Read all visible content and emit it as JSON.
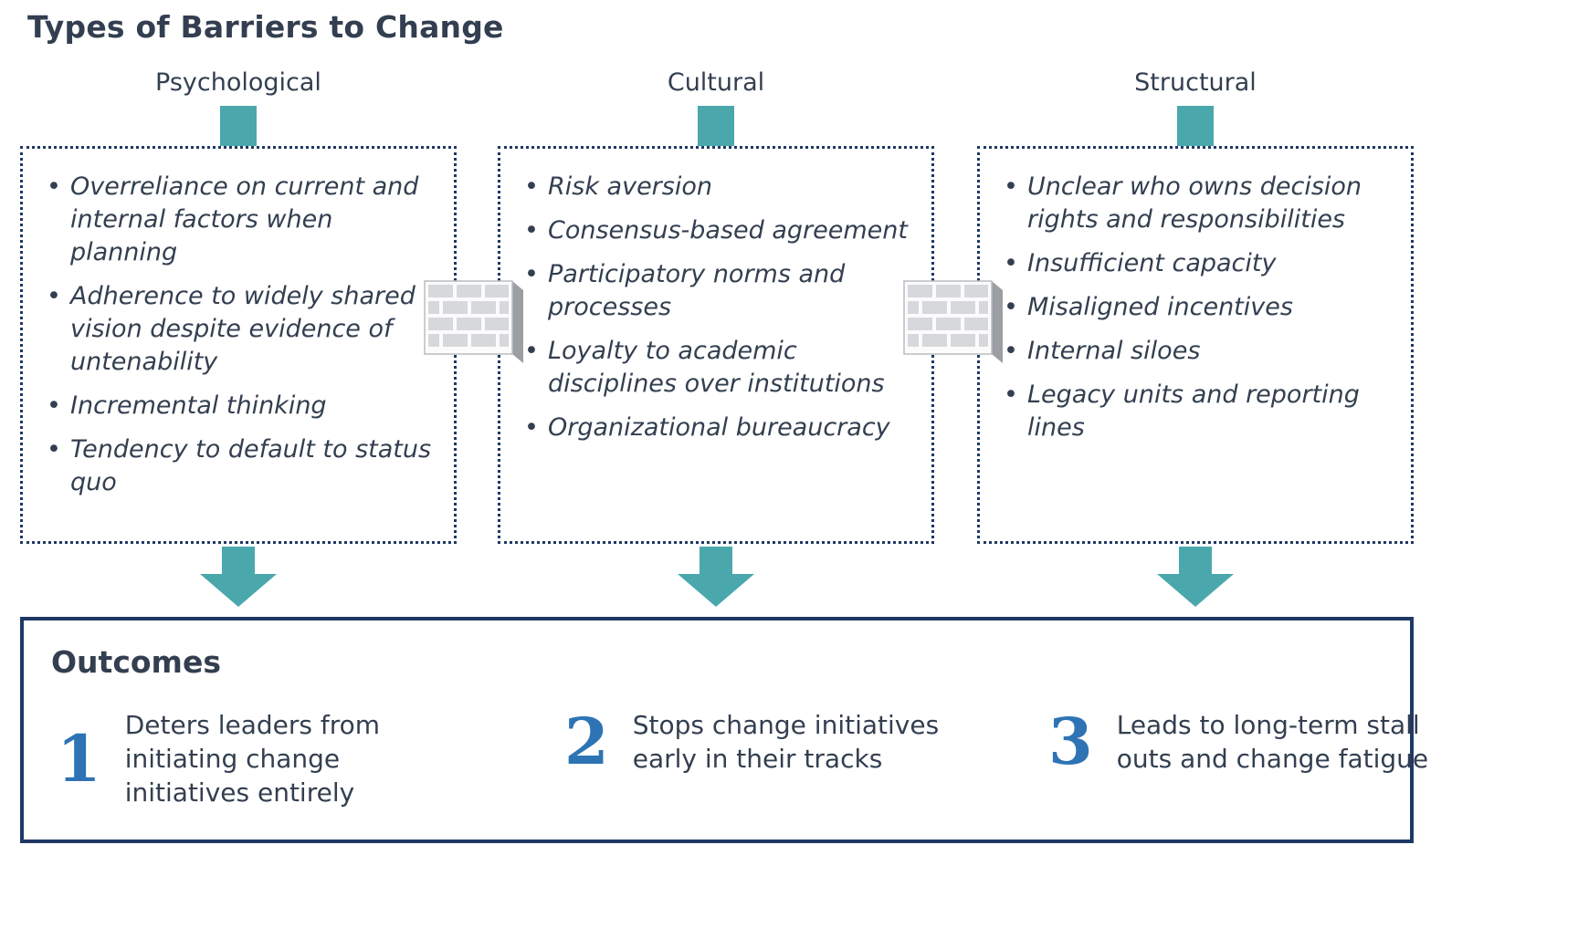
{
  "title": "Types of Barriers to Change",
  "columns": [
    {
      "header": "Psychological",
      "items": [
        "Overreliance on current and internal factors when planning",
        "Adherence to widely shared vision despite evidence of untenability",
        "Incremental thinking",
        "Tendency to default to status quo"
      ]
    },
    {
      "header": "Cultural",
      "items": [
        "Risk aversion",
        "Consensus-based agreement",
        "Participatory norms and processes",
        "Loyalty to academic disciplines over institutions",
        "Organizational bureaucracy"
      ]
    },
    {
      "header": "Structural",
      "items": [
        "Unclear who owns decision rights and responsibilities",
        "Insufficient capacity",
        "Misaligned incentives",
        "Internal siloes",
        "Legacy units and reporting lines"
      ]
    }
  ],
  "outcomes": {
    "heading": "Outcomes",
    "items": [
      {
        "number": "1",
        "text": "Deters leaders from initiating change initiatives entirely"
      },
      {
        "number": "2",
        "text": "Stops change initiatives early in their tracks"
      },
      {
        "number": "3",
        "text": "Leads to long-term stall outs and change fatigue"
      }
    ]
  },
  "icons": {
    "barrier": "brick-wall-icon",
    "flow": "down-arrow-icon",
    "connector": "connector-stub"
  },
  "colors": {
    "teal": "#4AA8AD",
    "navy": "#1F3864",
    "text": "#333F50",
    "number_blue": "#2E74B5"
  }
}
